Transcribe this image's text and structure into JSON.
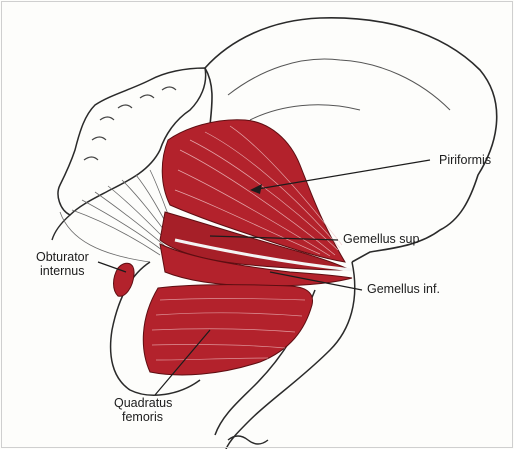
{
  "labels": {
    "piriformis": "Piriformis",
    "gemellus_sup": "Gemellus sup",
    "gemellus_inf": "Gemellus inf.",
    "obturator_line1": "Obturator",
    "obturator_line2": "internus",
    "quadratus_line1": "Quadratus",
    "quadratus_line2": "femoris"
  },
  "colors": {
    "muscle": "#b3222c",
    "muscle_dark": "#8e1820",
    "bone_outline": "#2a2a2a",
    "paper": "#fdfdfb"
  }
}
